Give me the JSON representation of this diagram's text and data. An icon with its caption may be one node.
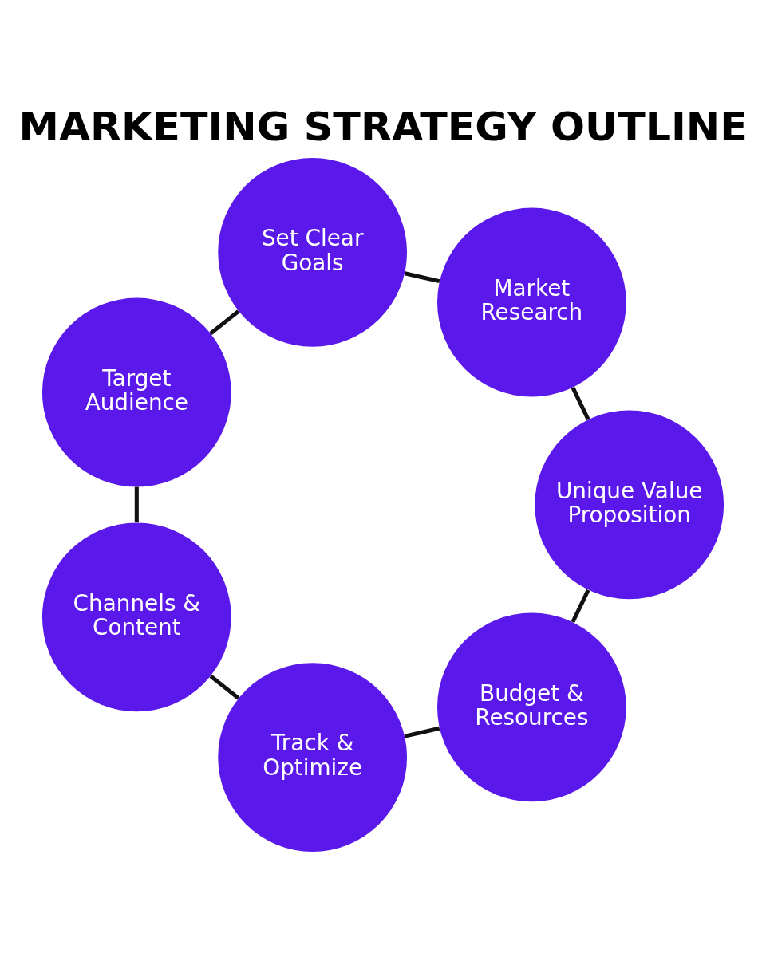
{
  "diagram": {
    "title": "MARKETING STRATEGY OUTLINE",
    "nodes": [
      {
        "text": [
          "Set Clear Goals"
        ]
      },
      {
        "text": [
          "Market Research"
        ]
      },
      {
        "text": [
          "Unique Value Proposition"
        ]
      },
      {
        "text": [
          "Budget & Resources"
        ]
      },
      {
        "text": [
          "Track & Optimize"
        ]
      },
      {
        "text": [
          "Channels & Content"
        ]
      },
      {
        "text": [
          "Target Audience"
        ]
      }
    ],
    "edges": [
      {
        "from": 0,
        "to": 1,
        "arrow": "none"
      },
      {
        "from": 1,
        "to": 2,
        "arrow": "none"
      },
      {
        "from": 2,
        "to": 3,
        "arrow": "none"
      },
      {
        "from": 3,
        "to": 4,
        "arrow": "none"
      },
      {
        "from": 4,
        "to": 5,
        "arrow": "none"
      },
      {
        "from": 5,
        "to": 6,
        "arrow": "none"
      },
      {
        "from": 6,
        "to": 0,
        "arrow": "none"
      }
    ]
  }
}
